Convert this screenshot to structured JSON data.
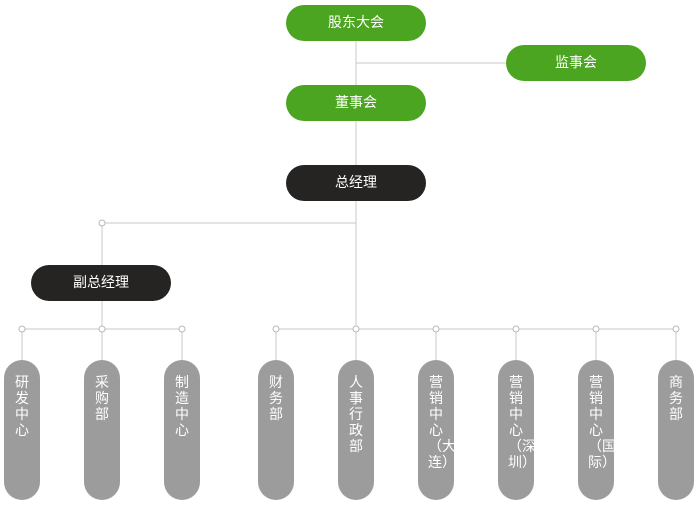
{
  "nodes": {
    "shareholders": "股东大会",
    "supervisors": "监事会",
    "board": "董事会",
    "gm": "总经理",
    "deputy_gm": "副总经理"
  },
  "departments": [
    "研发中心",
    "采购部",
    "制造中心",
    "财务部",
    "人事行政部",
    "营销中心（大连）",
    "营销中心（深圳）",
    "营销中心（国际）",
    "商务部"
  ],
  "colors": {
    "green": "#4ca521",
    "dark": "#262323",
    "gray": "#9c9c9c",
    "line": "#c8c8c8"
  }
}
